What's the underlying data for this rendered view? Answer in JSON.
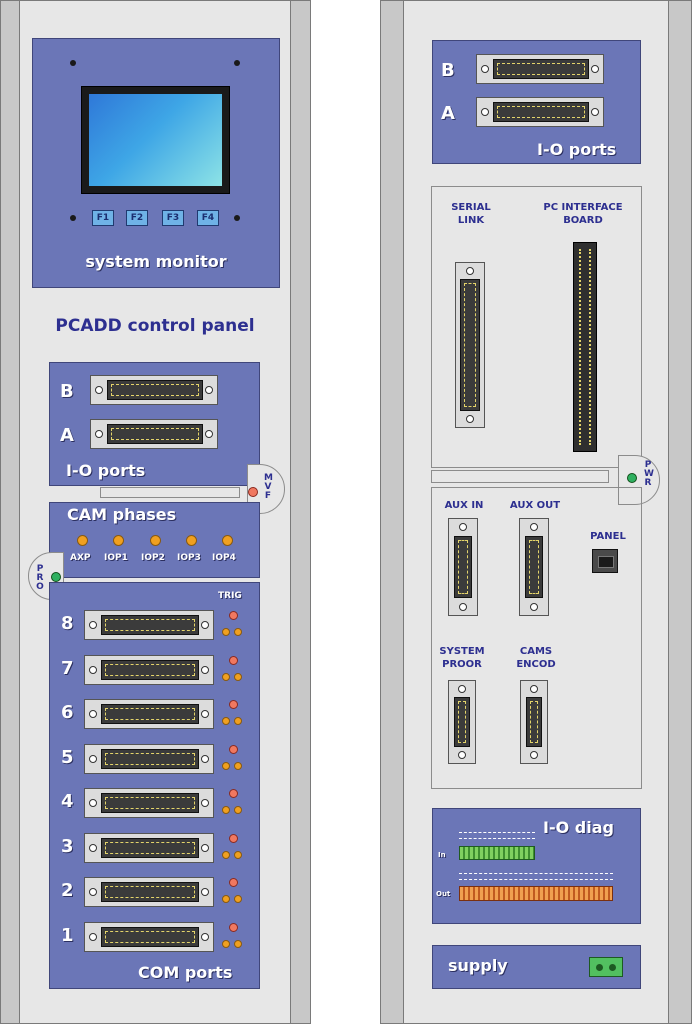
{
  "left_rack": {
    "monitor": {
      "label": "system monitor",
      "fkeys": [
        "F1",
        "F2",
        "F3",
        "F4"
      ]
    },
    "title": "PCADD control panel",
    "io_ports": {
      "label": "I-O ports",
      "ports": [
        "B",
        "A"
      ]
    },
    "mvf": "MVF",
    "cam": {
      "label": "CAM phases",
      "phases": [
        "AXP",
        "IOP1",
        "IOP2",
        "IOP3",
        "IOP4"
      ]
    },
    "pro": "PRO",
    "com": {
      "label": "COM ports",
      "trig": "TRIG",
      "ports": [
        "8",
        "7",
        "6",
        "5",
        "4",
        "3",
        "2",
        "1"
      ]
    }
  },
  "right_rack": {
    "io_ports": {
      "label": "I-O ports",
      "ports": [
        "B",
        "A"
      ]
    },
    "serial_link": {
      "line1": "SERIAL",
      "line2": "LINK"
    },
    "pc_interface": {
      "line1": "PC INTERFACE",
      "line2": "BOARD"
    },
    "pwr": "PWR",
    "aux_in": "AUX IN",
    "aux_out": "AUX OUT",
    "panel": "PANEL",
    "system_proor": {
      "line1": "SYSTEM",
      "line2": "PROOR"
    },
    "cams_encod": {
      "line1": "CAMS",
      "line2": "ENCOD"
    },
    "io_diag": {
      "label": "I-O diag",
      "in": "In",
      "out": "Out"
    },
    "supply": "supply"
  },
  "colors": {
    "panel_blue": "#6b76b7",
    "chassis": "#e7e7e7",
    "rail": "#c8c8c8",
    "led_orange": "#f0a020",
    "led_red": "#f07860",
    "led_green": "#2fb060",
    "text_dark_blue": "#2d2f90"
  }
}
